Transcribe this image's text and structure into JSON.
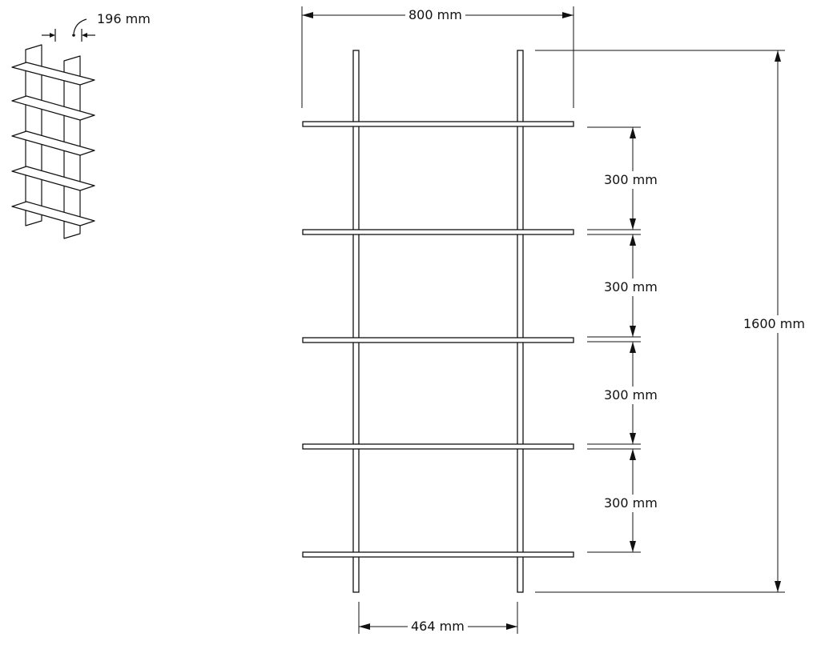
{
  "dimensions": {
    "depth": "196 mm",
    "width": "800 mm",
    "height": "1600 mm",
    "spacing_1": "300 mm",
    "spacing_2": "300 mm",
    "spacing_3": "300 mm",
    "spacing_4": "300 mm",
    "upright_spacing": "464 mm"
  }
}
